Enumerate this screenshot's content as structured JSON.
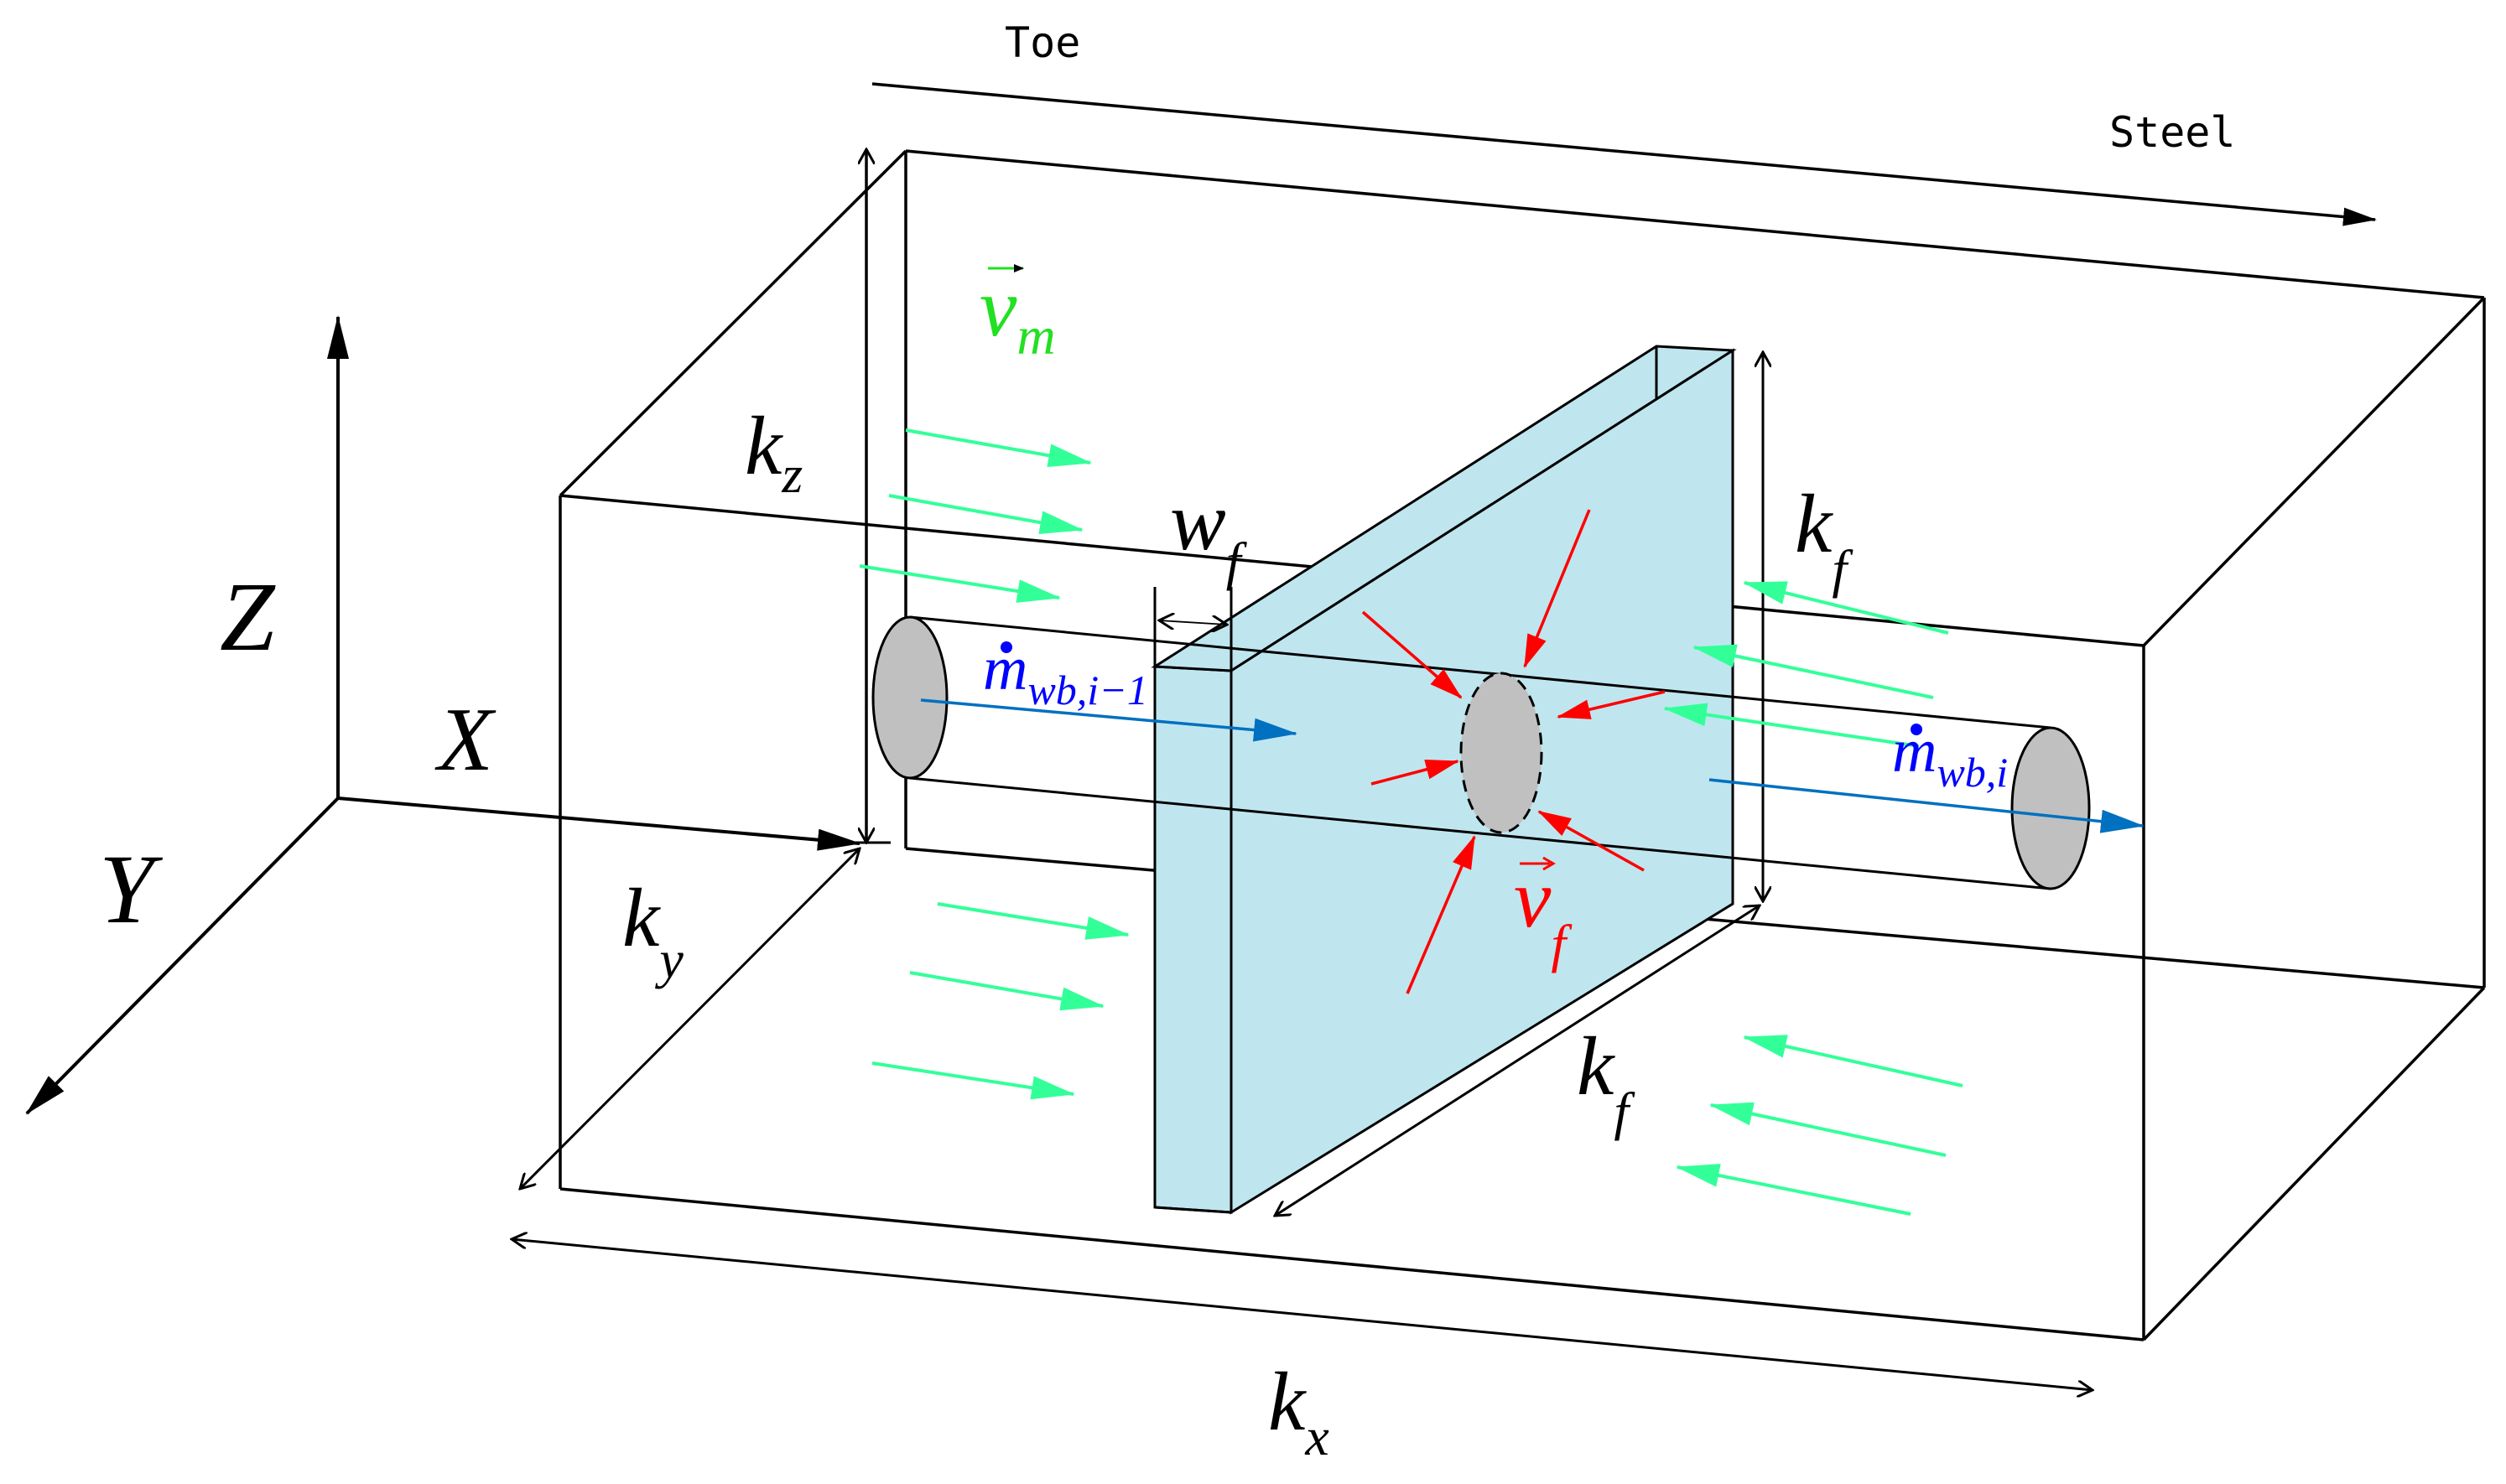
{
  "labels": {
    "toe": "Toe",
    "steel": "Steel",
    "axis_z": "Z",
    "axis_x": "X",
    "axis_y": "Y",
    "kz_main": "k",
    "kz_sub": "z",
    "ky_main": "k",
    "ky_sub": "y",
    "kx_main": "k",
    "kx_sub": "x",
    "kf_top_main": "k",
    "kf_top_sub": "f",
    "kf_bottom_main": "k",
    "kf_bottom_sub": "f",
    "wf_main": "w",
    "wf_sub": "f",
    "vm_main": "v",
    "vm_sub": "m",
    "vf_main": "v",
    "vf_sub": "f",
    "m_in_main": "m",
    "m_in_sub": "wb,i−1",
    "m_out_main": "m",
    "m_out_sub": "wb,i"
  },
  "colors": {
    "outline": "#000000",
    "fracture_fill": "#bfe6ef",
    "wellbore_end": "#c0c0c0",
    "matrix_flow": "#33ff99",
    "matrix_label": "#22e022",
    "fracture_flow": "#ff0000",
    "wellbore_flow": "#0070c0",
    "wellbore_label": "#0000ff"
  }
}
